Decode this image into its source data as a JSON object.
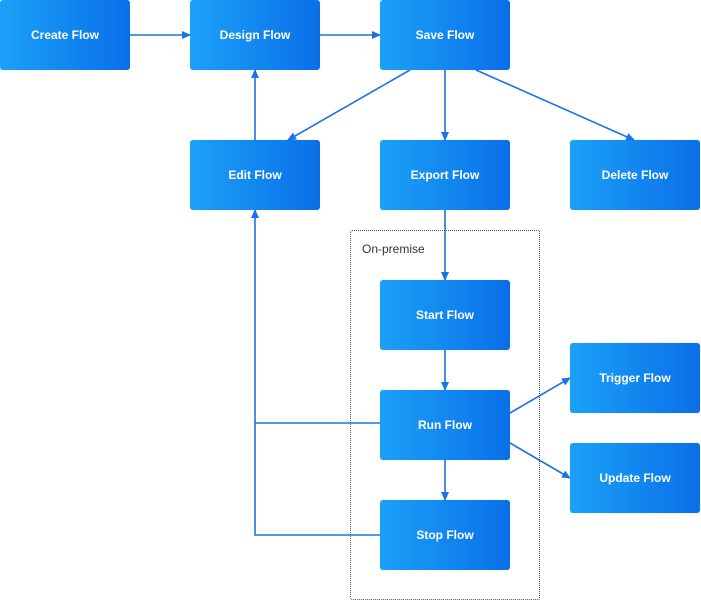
{
  "diagram": {
    "region_label": "On-premise",
    "accent_colors": {
      "node_start": "#1ba1f8",
      "node_end": "#0a6fe8",
      "edge": "#1a73e8"
    },
    "nodes": {
      "create": "Create Flow",
      "design": "Design Flow",
      "save": "Save Flow",
      "edit": "Edit Flow",
      "export": "Export Flow",
      "delete": "Delete Flow",
      "start": "Start Flow",
      "run": "Run Flow",
      "stop": "Stop Flow",
      "trigger": "Trigger Flow",
      "update": "Update Flow"
    },
    "edges": [
      {
        "from": "create",
        "to": "design"
      },
      {
        "from": "design",
        "to": "save"
      },
      {
        "from": "save",
        "to": "edit"
      },
      {
        "from": "save",
        "to": "export"
      },
      {
        "from": "save",
        "to": "delete"
      },
      {
        "from": "edit",
        "to": "design"
      },
      {
        "from": "export",
        "to": "start"
      },
      {
        "from": "start",
        "to": "run"
      },
      {
        "from": "run",
        "to": "stop"
      },
      {
        "from": "run",
        "to": "trigger"
      },
      {
        "from": "run",
        "to": "update"
      },
      {
        "from": "run",
        "to": "edit"
      },
      {
        "from": "stop",
        "to": "edit"
      }
    ]
  }
}
